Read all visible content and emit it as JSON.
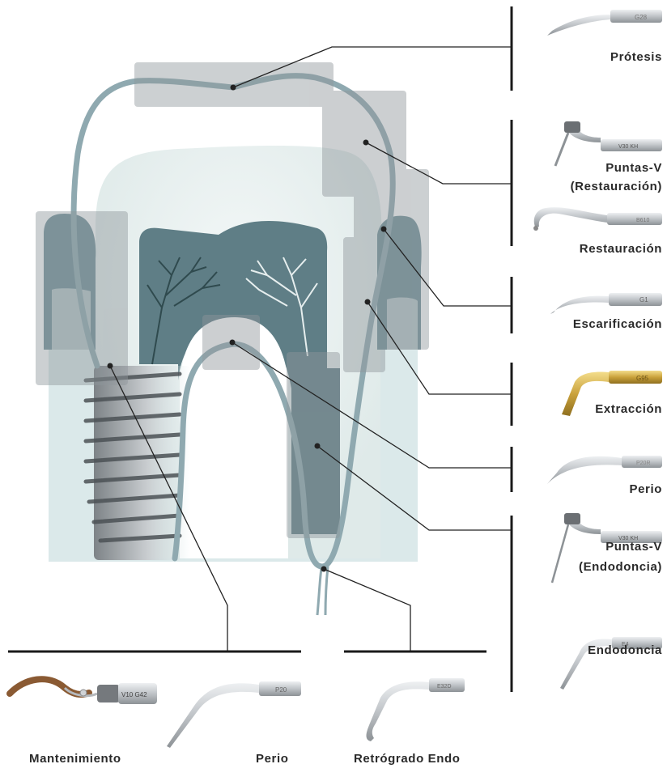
{
  "diagram": {
    "right_labels": {
      "protesis": "Prótesis",
      "puntas_v_restauracion_line1": "Puntas-V",
      "puntas_v_restauracion_line2": "(Restauración)",
      "restauracion": "Restauración",
      "escarificacion": "Escarificación",
      "extraccion": "Extracción",
      "perio": "Perio",
      "puntas_v_endodoncia_line1": "Puntas-V",
      "puntas_v_endodoncia_line2": "(Endodoncia)",
      "endodoncia": "Endodoncia"
    },
    "bottom_labels": {
      "mantenimiento": "Mantenimiento",
      "perio": "Perio",
      "retrogrado_endo": "Retrógrado Endo"
    },
    "tip_markings": {
      "protesis": "G28",
      "puntas_v_restauracion": "V30 KH",
      "restauracion": "B610",
      "escarificacion": "G1",
      "extraccion": "G95",
      "perio_right": "P20R",
      "puntas_v_endodoncia": "V30 KH",
      "endodoncia": "E4",
      "mantenimiento": "V10 G42",
      "perio_bottom": "P20",
      "retrogrado_endo": "E32D"
    },
    "colors": {
      "tooth_outline": "#8fa9b0",
      "dentin": "#5f7e86",
      "background_bone": "#dbe9ea",
      "highlight_box": "#9ea4a8",
      "steel": "#b8bcc0",
      "gold": "#c9a33a",
      "calculus": "#8a5a33",
      "leader_line": "#222222"
    }
  }
}
